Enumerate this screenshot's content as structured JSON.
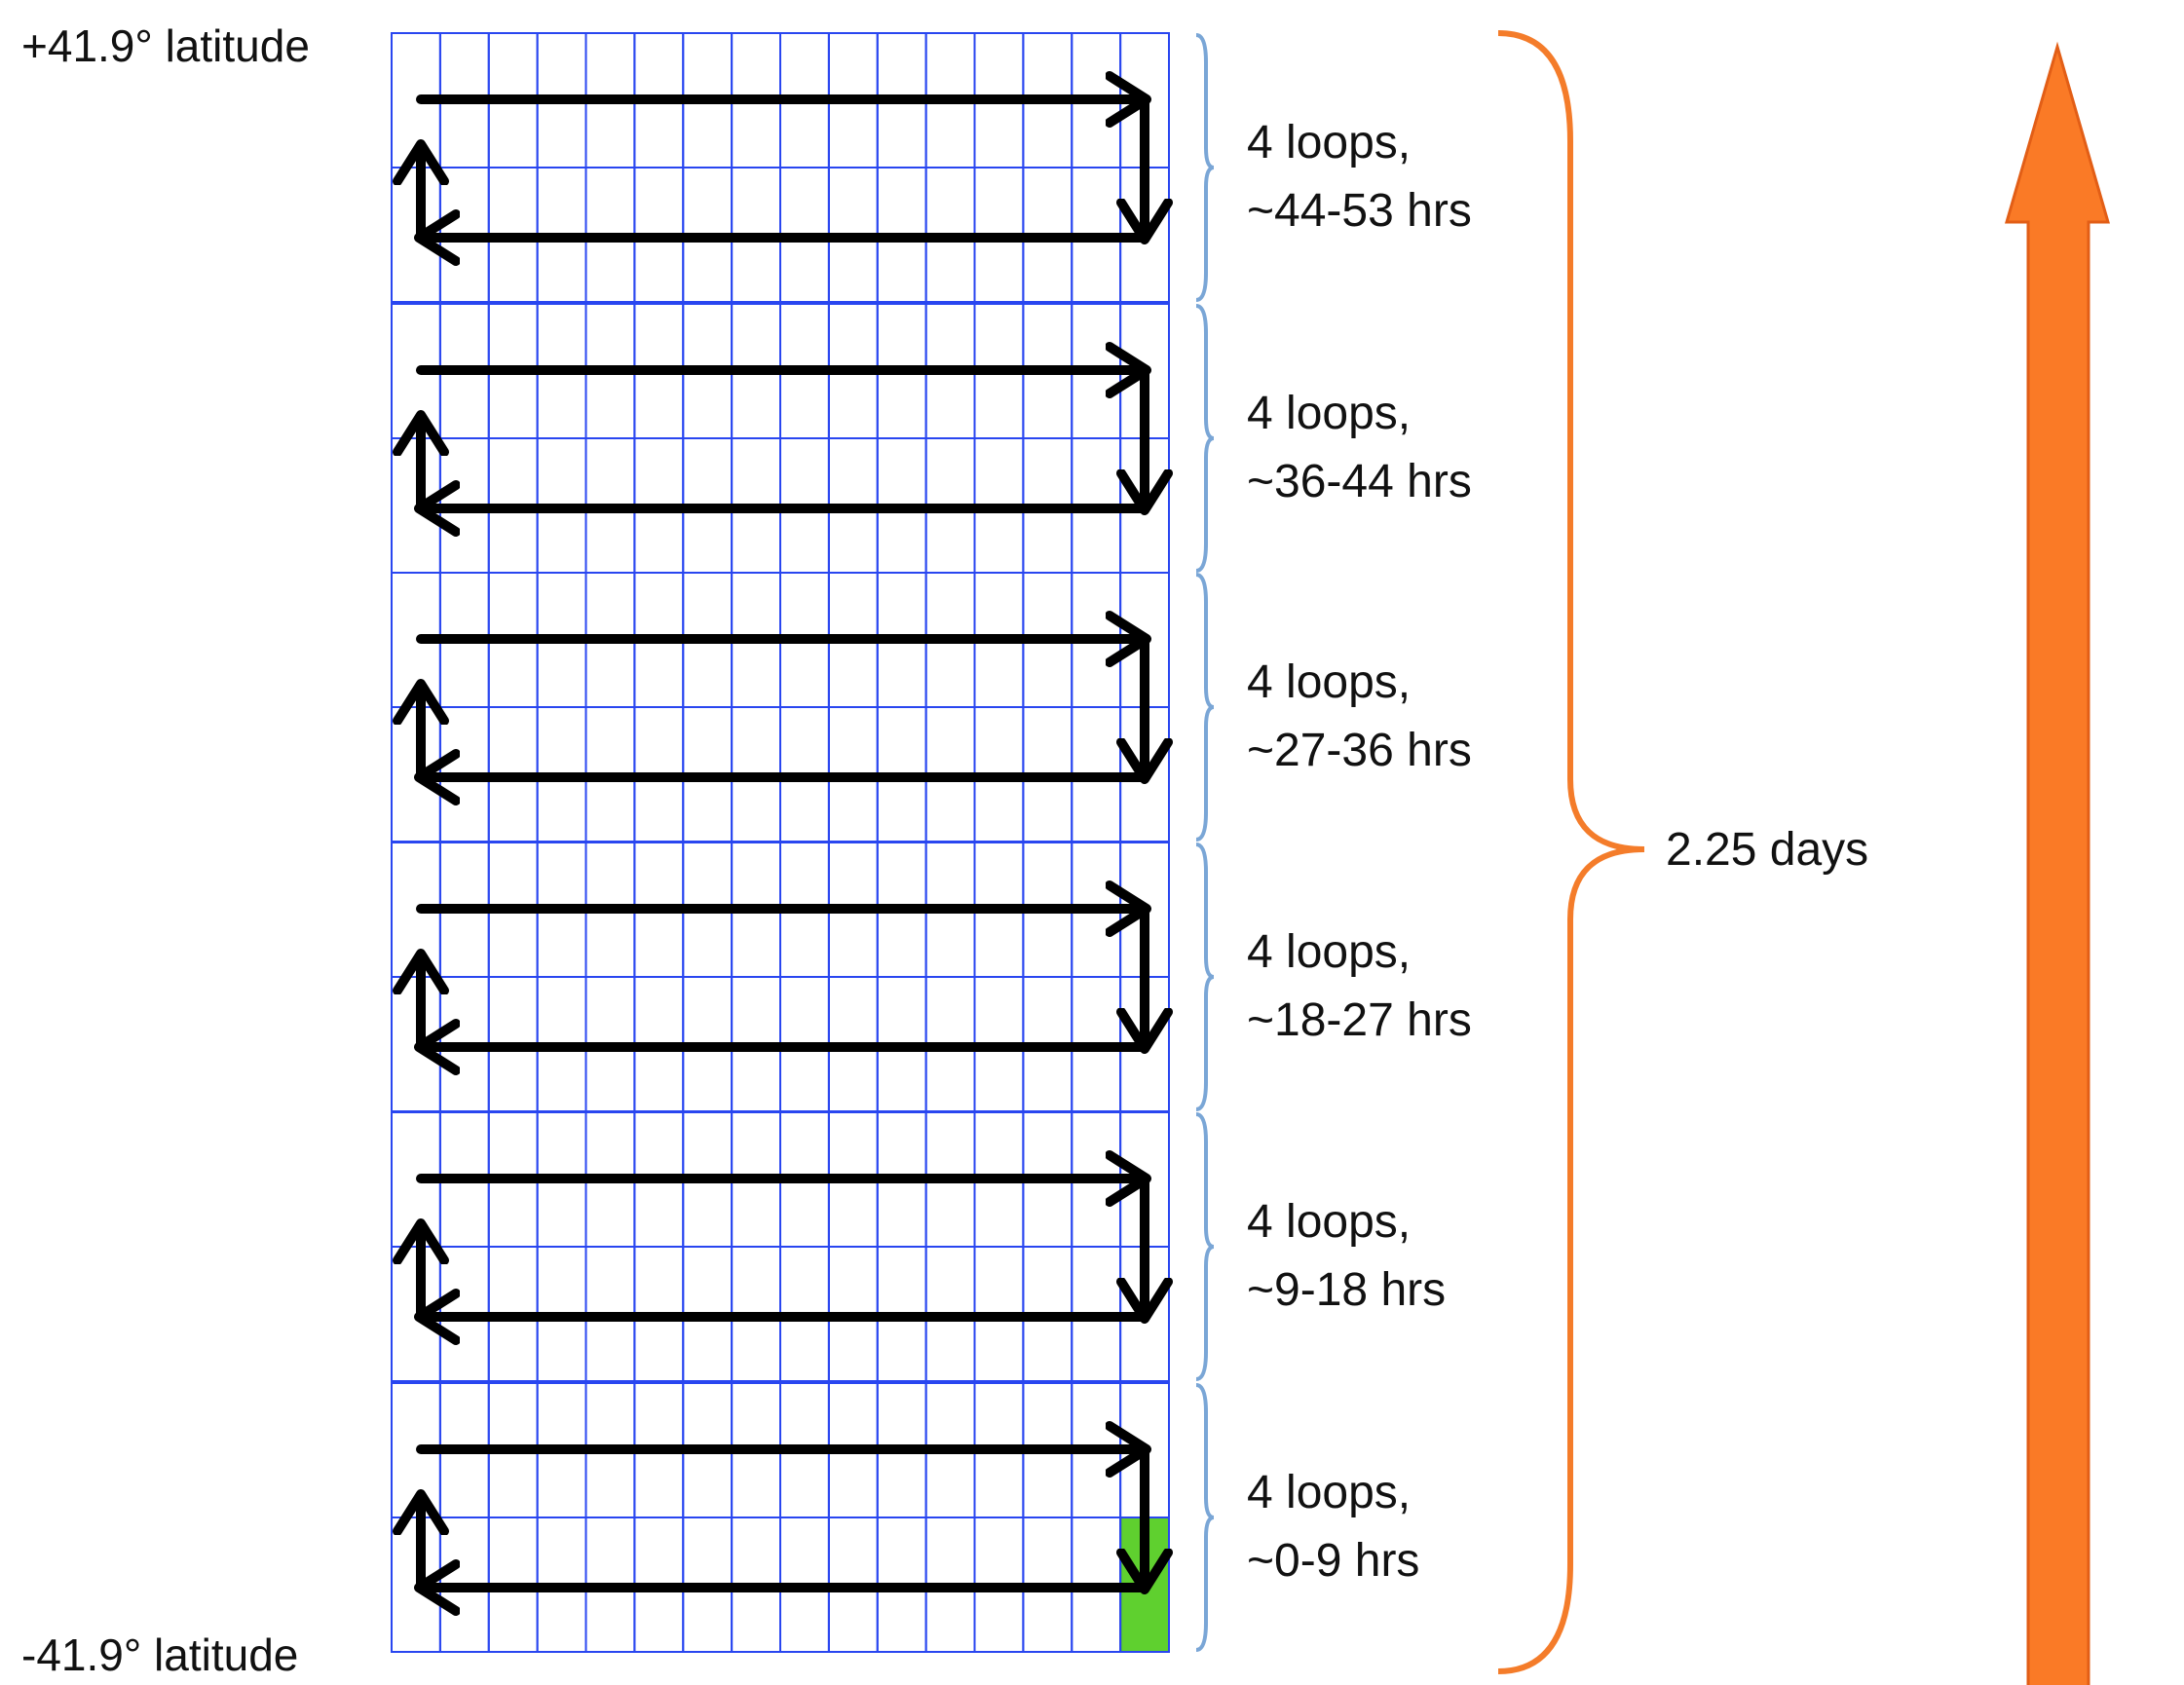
{
  "latitude_labels": {
    "top": "+41.9° latitude",
    "bottom": "-41.9° latitude"
  },
  "total_label": "2.25 days",
  "segments": [
    {
      "loops": "4 loops,",
      "hours": "~44-53 hrs"
    },
    {
      "loops": "4 loops,",
      "hours": "~36-44 hrs"
    },
    {
      "loops": "4 loops,",
      "hours": "~27-36 hrs"
    },
    {
      "loops": "4 loops,",
      "hours": "~18-27 hrs"
    },
    {
      "loops": "4 loops,",
      "hours": "~9-18 hrs"
    },
    {
      "loops": "4 loops,",
      "hours": "~0-9 hrs"
    }
  ],
  "grid": {
    "columns": 16,
    "rows_per_segment": 2
  },
  "colors": {
    "grid_line": "#2946f0",
    "path": "#000000",
    "brace_segment": "#7aa6d6",
    "brace_total": "#f47c2a",
    "direction_arrow": "#f47c2a",
    "start_cell": "#5fd02f"
  }
}
